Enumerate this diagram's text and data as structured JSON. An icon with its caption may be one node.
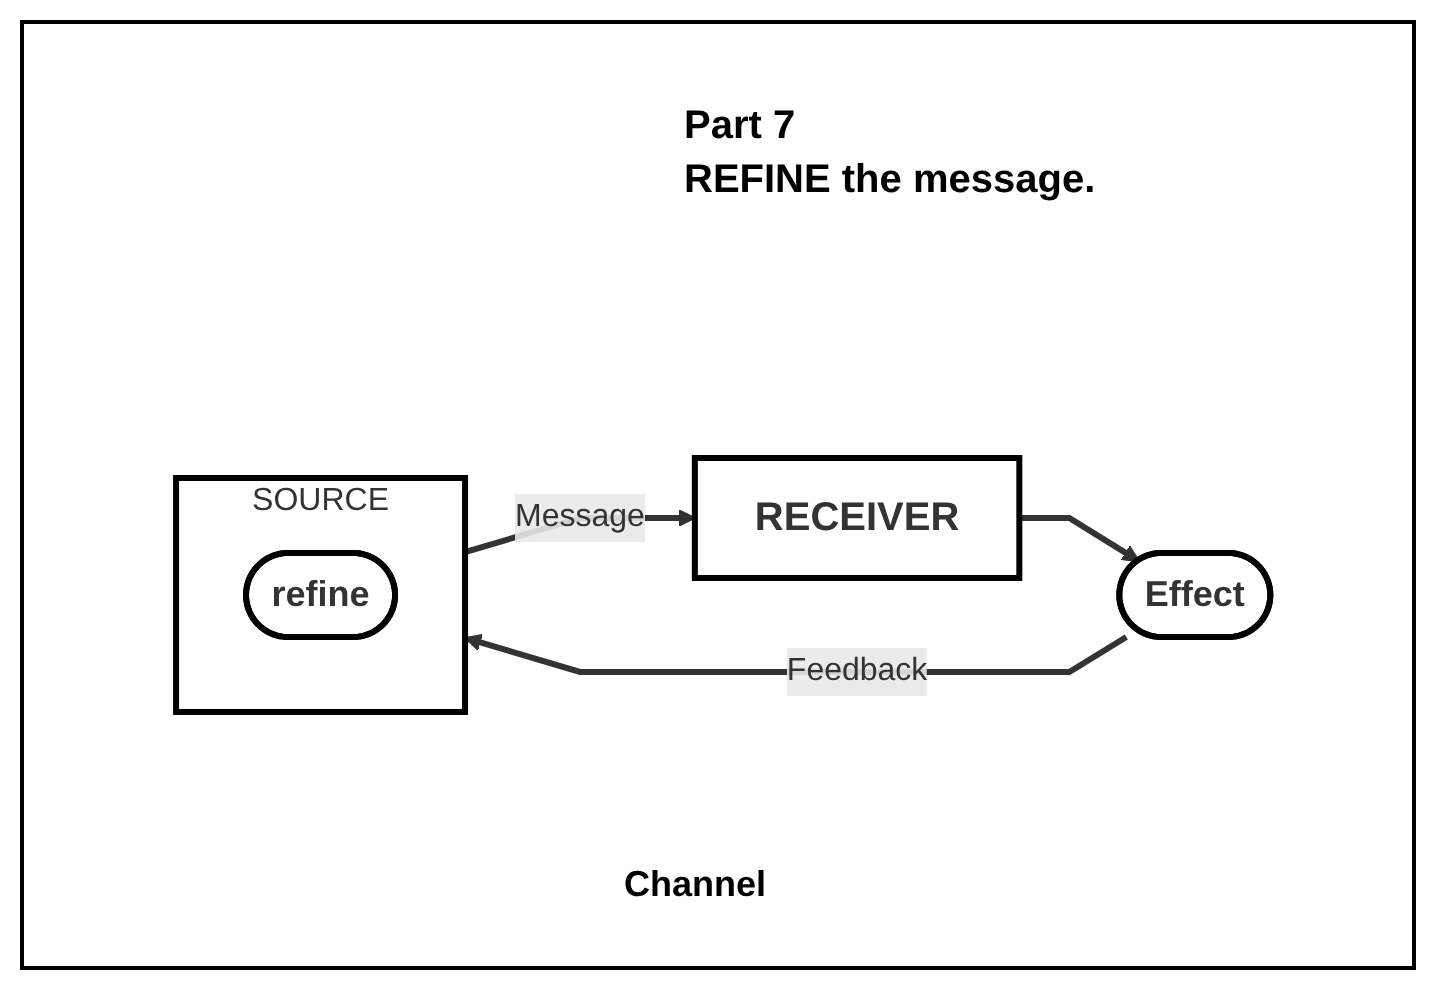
{
  "diagram": {
    "nodes": [
      {
        "text": [
          "SOURCE"
        ]
      },
      {
        "text": [
          "refine"
        ],
        "in": 0
      },
      {
        "text": [
          "RECEIVER"
        ]
      },
      {
        "text": [
          "Effect"
        ]
      }
    ],
    "edges": [
      {
        "from": 0,
        "to": 2,
        "arrow": "to",
        "label": "Message"
      },
      {
        "from": 2,
        "to": 3,
        "arrow": "to"
      },
      {
        "from": 3,
        "to": 0,
        "arrow": "to",
        "label": "Feedback"
      }
    ],
    "labels": [
      "Part 7",
      "REFINE the message.",
      "Channel"
    ]
  }
}
